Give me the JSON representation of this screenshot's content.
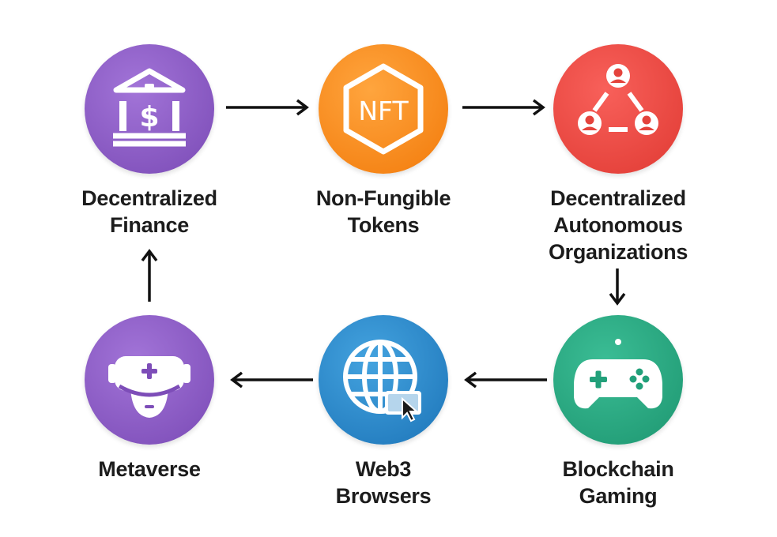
{
  "nodes": [
    {
      "id": "defi",
      "label_lines": [
        "Decentralized",
        "Finance"
      ],
      "color_top": "#9a6ad0",
      "color_bottom": "#7b4cb7",
      "icon": "bank-icon"
    },
    {
      "id": "nft",
      "label_lines": [
        "Non-Fungible",
        "Tokens"
      ],
      "color_top": "#ff9a2e",
      "color_bottom": "#f57c0c",
      "icon": "nft-icon",
      "icon_text": "NFT"
    },
    {
      "id": "dao",
      "label_lines": [
        "Decentralized",
        "Autonomous",
        "Organizations"
      ],
      "color_top": "#f4584f",
      "color_bottom": "#e23b35",
      "icon": "people-network-icon"
    },
    {
      "id": "gaming",
      "label_lines": [
        "Blockchain",
        "Gaming"
      ],
      "color_top": "#33b38c",
      "color_bottom": "#1f9a74",
      "icon": "gamepad-icon"
    },
    {
      "id": "browsers",
      "label_lines": [
        "Web3",
        "Browsers"
      ],
      "color_top": "#3d9bd9",
      "color_bottom": "#1f78bd",
      "icon": "globe-cursor-icon"
    },
    {
      "id": "metaverse",
      "label_lines": [
        "Metaverse"
      ],
      "color_top": "#9a6ad0",
      "color_bottom": "#7b4cb7",
      "icon": "vr-headset-icon"
    }
  ],
  "edges": [
    {
      "from": "defi",
      "to": "nft"
    },
    {
      "from": "nft",
      "to": "dao"
    },
    {
      "from": "dao",
      "to": "gaming"
    },
    {
      "from": "gaming",
      "to": "browsers"
    },
    {
      "from": "browsers",
      "to": "metaverse"
    },
    {
      "from": "metaverse",
      "to": "defi"
    }
  ]
}
